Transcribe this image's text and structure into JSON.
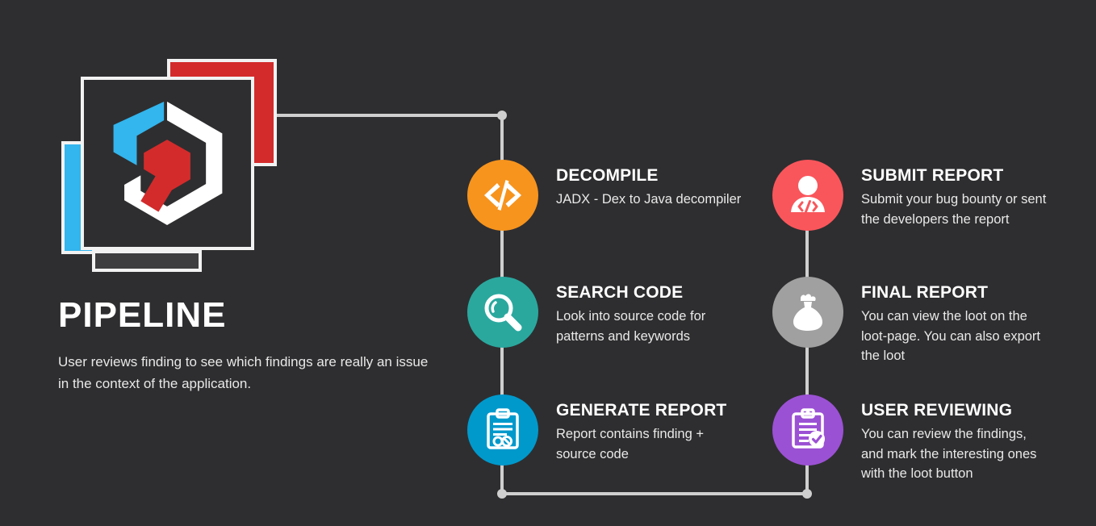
{
  "page": {
    "background_color": "#2e2e30",
    "title": "PIPELINE",
    "description": "User reviews finding to see which findings are really an issue in the context of the application.",
    "logo": {
      "name": "hexagon-code-logo",
      "card_colors": {
        "red": "#d32b2b",
        "blue": "#33b5ed",
        "main": "#2e2e30",
        "gray": "#3e3e40",
        "border": "#f2f2f2"
      },
      "mark_colors": {
        "blue_segment": "#33b5ed",
        "white_segment": "#ffffff",
        "red_hex": "#d32b2b"
      }
    },
    "connector_color": "#cfcfcf"
  },
  "nodes": [
    {
      "id": "decompile",
      "icon": "code-brackets-icon",
      "color": "#f7941d",
      "title": "DECOMPILE",
      "desc_lines": [
        "JADX - Dex to Java decompiler"
      ]
    },
    {
      "id": "search-code",
      "icon": "magnifier-icon",
      "color": "#2aa89e",
      "title": "SEARCH CODE",
      "desc_lines": [
        "Look into source code for",
        "patterns and keywords"
      ]
    },
    {
      "id": "generate-report",
      "icon": "clipboard-report-icon",
      "color": "#0099cc",
      "title": "GENERATE REPORT",
      "desc_lines": [
        "Report contains finding +",
        "source code"
      ]
    },
    {
      "id": "submit-report",
      "icon": "user-code-icon",
      "color": "#f9565b",
      "title": "SUBMIT REPORT",
      "desc_lines": [
        "Submit your bug bounty or sent",
        "the developers the report"
      ]
    },
    {
      "id": "final-report",
      "icon": "loot-bag-icon",
      "color": "#a0a0a0",
      "title": "FINAL REPORT",
      "desc_lines": [
        "You can view the loot on the",
        "loot-page. You can also export",
        "the loot"
      ]
    },
    {
      "id": "user-reviewing",
      "icon": "clipboard-check-icon",
      "color": "#9b51d4",
      "title": "USER REVIEWING",
      "desc_lines": [
        "You can review the findings,",
        "and mark the interesting ones",
        "with the loot button"
      ]
    }
  ]
}
